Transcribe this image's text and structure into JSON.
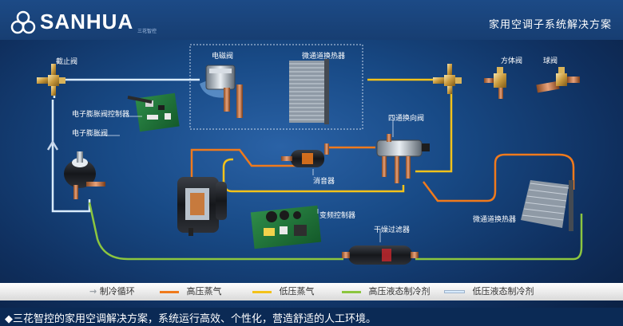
{
  "header": {
    "brand": "SANHUA",
    "brand_sub": "三花智控",
    "title": "家用空调子系统解决方案"
  },
  "components": {
    "stop_valve": "截止阀",
    "solenoid_valve": "电磁阀",
    "microchannel_hx_top": "微通道换热器",
    "square_valve": "方体阀",
    "ball_valve": "球阀",
    "eev_controller": "电子膨胀阀控制器",
    "eev": "电子膨胀阀",
    "four_way_valve": "四通换向阀",
    "muffler": "消音器",
    "inverter_controller": "变频控制器",
    "microchannel_hx_right": "微通道换热器",
    "filter_drier": "干燥过滤器"
  },
  "legend": [
    {
      "label": "制冷循环",
      "color": "#9aa0a6",
      "icon": "arrow-icon"
    },
    {
      "label": "高压蒸气",
      "color": "#f07a1c"
    },
    {
      "label": "低压蒸气",
      "color": "#f3c21a"
    },
    {
      "label": "高压液态制冷剂",
      "color": "#8cc63f"
    },
    {
      "label": "低压液态制冷剂",
      "color": "#d9ecff"
    }
  ],
  "caption": "◆三花智控的家用空调解决方案，系统运行高效、个性化，营造舒适的人工环境。",
  "colors": {
    "high_pressure_vapor": "#f07a1c",
    "low_pressure_vapor": "#f3c21a",
    "high_pressure_liquid": "#8cc63f",
    "low_pressure_liquid": "#d9ecff"
  }
}
